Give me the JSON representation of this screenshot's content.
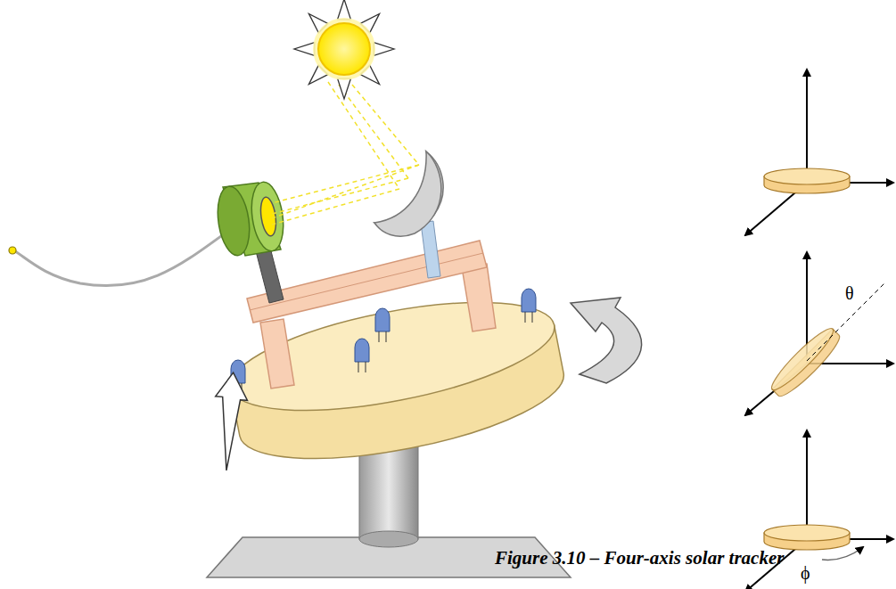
{
  "diagram": {
    "caption": "Figure 3.10 – Four-axis solar tracker",
    "labels": [
      "θ",
      "ϕ"
    ]
  }
}
